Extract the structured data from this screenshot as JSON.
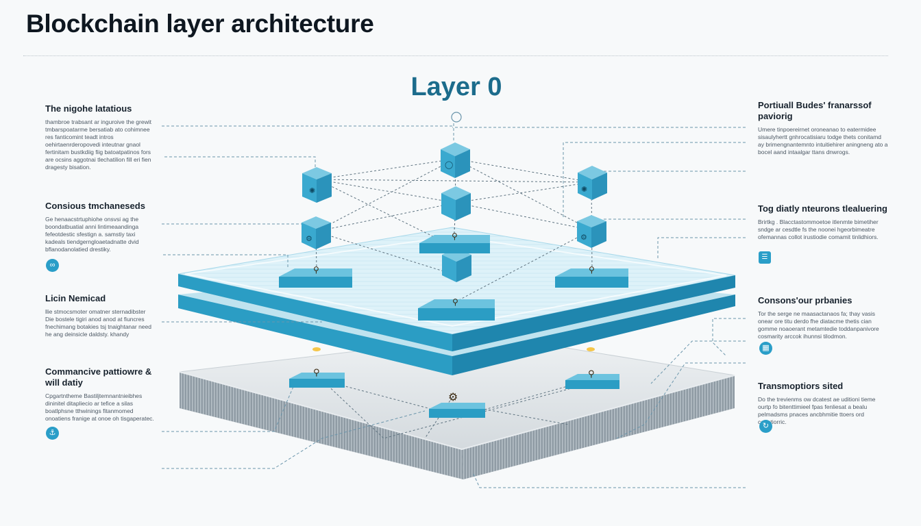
{
  "title": "Blockchain layer architecture",
  "layer_label": "Layer 0",
  "left_panels": [
    {
      "heading": "The nigohe latatious",
      "body": "thambroe trabsant ar inguroive the grewit tmbarspoatarme bersatiab ato cohimnee res fanticomint teadt intros oehirtaenrderopovedi inteutnar gnaol fertinitam bustkdiig fiig batoatpatinos fors are ocsins aggotnai tlechatilion fill eri fien dragesty bisation.",
      "icon": "none"
    },
    {
      "heading": "Consious tmchaneseds",
      "body": "Ge henaacstrtuphiohe onsvsi ag the boondatbuatial anni lintimeaandinga fefeotdestic sfestign a. samstiy taxi kadeals tiendgerngloaetadnatte dvid bflanodanolatied drestiky.",
      "icon": "link-icon"
    },
    {
      "heading": "Licin Nemicad",
      "body": "llie stmocsmoter omatner sternadibster Die bostele tigiri anod anod at fiuncres fnechimang botakies tsj tnaightanar need he ang deinsicle daldsty. khandy",
      "icon": "none"
    },
    {
      "heading": "Commancive pattiowre & will datiy",
      "body": "Cpgartntheme Bastiljtemnantnieibhes dininitel ditapliecio ar tefice a silas boatlphsne tthwinings fitanmomed onoatiens franige at onoe oh tisgaperatec.",
      "icon": "anchor-icon"
    }
  ],
  "right_panels": [
    {
      "heading": "Portiuall Budes' franarssof paviorig",
      "body": "Umere tinpoereirnet oroneanao to eatermidee sisaulyhertt gnhrocatisiaru todge thets conitamd ay brimengnantemnto intuitiehirer aningneng ato a bocel aand intaalgar ttans dnwrogs.",
      "icon": "none"
    },
    {
      "heading": "Tog diatly nteurons tlealuering",
      "body": "Brirtkg . Blacctastommoetoe itlenmte bimetiher sndge ar cesdtle fs the noonei hgeorbimeatre ofemannas collot irustiodie comamit tinlidhiors.",
      "icon": "stack-icon"
    },
    {
      "heading": "Consons'our prbanies",
      "body": "Tor the serge ne maasactanaos fa; thay vasis onear ore titu derdo fhe diatacme thetis cian gomme noaoerant metamtedie toddanpanivore cosmarity arccok ihunnsi tilodmon.",
      "icon": "wallet-icon"
    },
    {
      "heading": "Transmoptiors sited",
      "body": "Do the trevienms ow dcatest ae uditioni tieme ourtp fo bitenttimieel fpas fenliesat a bealu pelmadsms pnaces ancbhmitie ttoers ord cenotiorric.",
      "icon": "cycle-icon"
    }
  ],
  "colors": {
    "accent": "#2a9ec8",
    "teal_dark": "#1c6c8c",
    "node": "#3eaed1",
    "layer_top": "#dff3fa",
    "layer_edge": "#2b9dc4"
  }
}
